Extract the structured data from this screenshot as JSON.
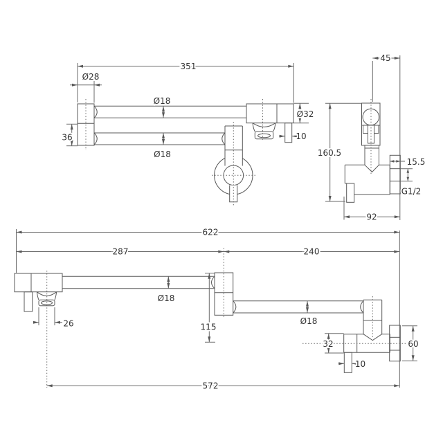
{
  "drawing_title": "pot-filler-faucet-dimension-drawing",
  "colors": {
    "line": "#585858",
    "text": "#333333",
    "background": "#ffffff"
  },
  "top_view": {
    "overall_width": "351",
    "mount_diameter": "Ø28",
    "upper_arm_diameter": "Ø18",
    "lower_arm_diameter": "Ø18",
    "mount_depth": "36",
    "spout_body_diameter": "Ø32",
    "handle_width": "10"
  },
  "side_view": {
    "wall_offset": "45",
    "overall_height": "160.5",
    "flange_depth": "15.5",
    "inlet_thread": "G1/2",
    "body_depth": "92"
  },
  "extended_view": {
    "overall_reach": "622",
    "front_arm_length": "287",
    "rear_arm_length": "240",
    "front_arm_diameter": "Ø18",
    "aerator_width": "26",
    "drop_height": "115",
    "rear_arm_diameter": "Ø18",
    "body_height": "32",
    "handle_width": "10",
    "flange_height": "60",
    "spout_reach": "572"
  }
}
